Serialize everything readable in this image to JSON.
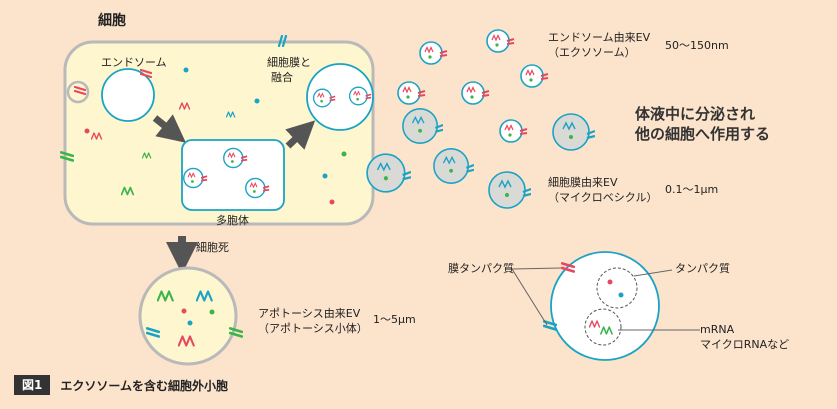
{
  "labels": {
    "cell": "細胞",
    "endosome": "エンドソーム",
    "membrane_fusion": [
      "細胞膜と",
      "融合"
    ],
    "multivesicular_body": "多胞体",
    "cell_death": "細胞死",
    "exosome_ev": [
      "エンドソーム由来EV",
      "（エクソソーム）"
    ],
    "exosome_size": "50〜150nm",
    "body_fluid": [
      "体液中に分泌され",
      "他の細胞へ作用する"
    ],
    "microvesicle_ev": [
      "細胞膜由来EV",
      "（マイクロベシクル）"
    ],
    "microvesicle_size": "0.1〜1μm",
    "apoptotic_ev": [
      "アポトーシス由来EV",
      "（アポトーシス小体）"
    ],
    "apoptotic_size": "1〜5μm",
    "membrane_protein": "膜タンパク質",
    "protein": "タンパク質",
    "rna": [
      "mRNA",
      "マイクロRNAなど"
    ]
  },
  "caption": {
    "number": "図1",
    "text": "エクソソームを含む細胞外小胞"
  },
  "colors": {
    "background": "#fbe3cc",
    "cell_fill": "#fdf6cf",
    "cell_border": "#b9b9b9",
    "vesicle_border": "#1aa3c5",
    "microvesicle_fill": "#d9d9d6",
    "arrow": "#555555",
    "red": "#e8485f",
    "green": "#39b54a",
    "blue": "#1aa3c5"
  }
}
